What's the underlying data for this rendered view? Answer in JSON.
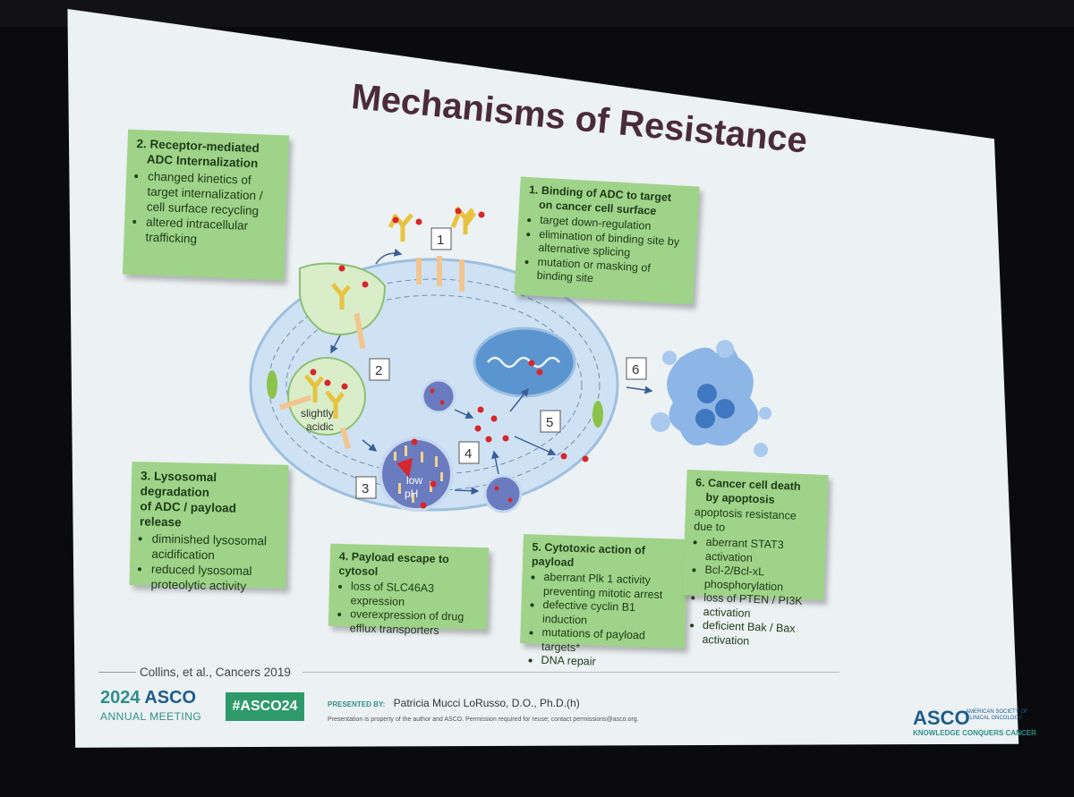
{
  "slide": {
    "title": "Mechanisms of Resistance",
    "boxes": {
      "b1": {
        "heading_line1": "1. Binding of ADC to target",
        "heading_line2": "on cancer cell surface",
        "items": [
          "target down-regulation",
          "elimination of binding site by alternative splicing",
          "mutation or masking of  binding site"
        ]
      },
      "b2": {
        "heading_line1": "2. Receptor-mediated",
        "heading_line2": "ADC Internalization",
        "items": [
          "changed kinetics of target internalization / cell surface recycling",
          "altered  intracellular trafficking"
        ]
      },
      "b3": {
        "heading_line1": "3. Lysosomal degradation",
        "heading_line2": "of ADC / payload release",
        "items": [
          "diminished lysosomal acidification",
          "reduced lysosomal proteolytic activity"
        ]
      },
      "b4": {
        "heading": "4. Payload escape to cytosol",
        "items": [
          "loss of SLC46A3 expression",
          "overexpression of drug efflux transporters"
        ]
      },
      "b5": {
        "heading": "5. Cytotoxic action of payload",
        "items": [
          "aberrant Plk 1 activity preventing mitotic arrest",
          "defective cyclin B1 induction",
          "mutations of payload targets*",
          "DNA repair"
        ]
      },
      "b6": {
        "heading_line1": "6. Cancer cell death",
        "heading_line2": "by apoptosis",
        "subheading": "apoptosis resistance due to",
        "items": [
          "aberrant STAT3 activation",
          "Bcl-2/Bcl-xL phosphorylation",
          "loss of PTEN / PI3K activation",
          "deficient Bak / Bax activation"
        ]
      }
    },
    "diagram": {
      "step_labels": [
        "1",
        "2",
        "3",
        "4",
        "5",
        "6"
      ],
      "vesicle_label_line1": "slightly",
      "vesicle_label_line2": "acidic",
      "lysosome_label_line1": "low",
      "lysosome_label_line2": "pH"
    },
    "citation": "Collins, et al., Cancers  2019",
    "footer": {
      "year": "2024",
      "asco": "ASCO",
      "meeting": "ANNUAL MEETING",
      "hashtag": "#ASCO24",
      "presented_label": "PRESENTED BY:",
      "presenter": "Patricia Mucci LoRusso, D.O., Ph.D.(h)",
      "disclaimer": "Presentation is property of the author and ASCO. Permission required for reuse; contact permissions@asco.org.",
      "logo": "ASCO",
      "org_name": "AMERICAN SOCIETY OF CLINICAL ONCOLOGY",
      "tagline": "KNOWLEDGE CONQUERS CANCER"
    }
  },
  "colors": {
    "box_green": "#9fd389",
    "title": "#4a2b3a",
    "cell_blue": "#cfe2f3",
    "payload_red": "#d7262c",
    "asco_blue": "#1f5c8c",
    "asco_teal": "#2f8f8a"
  }
}
